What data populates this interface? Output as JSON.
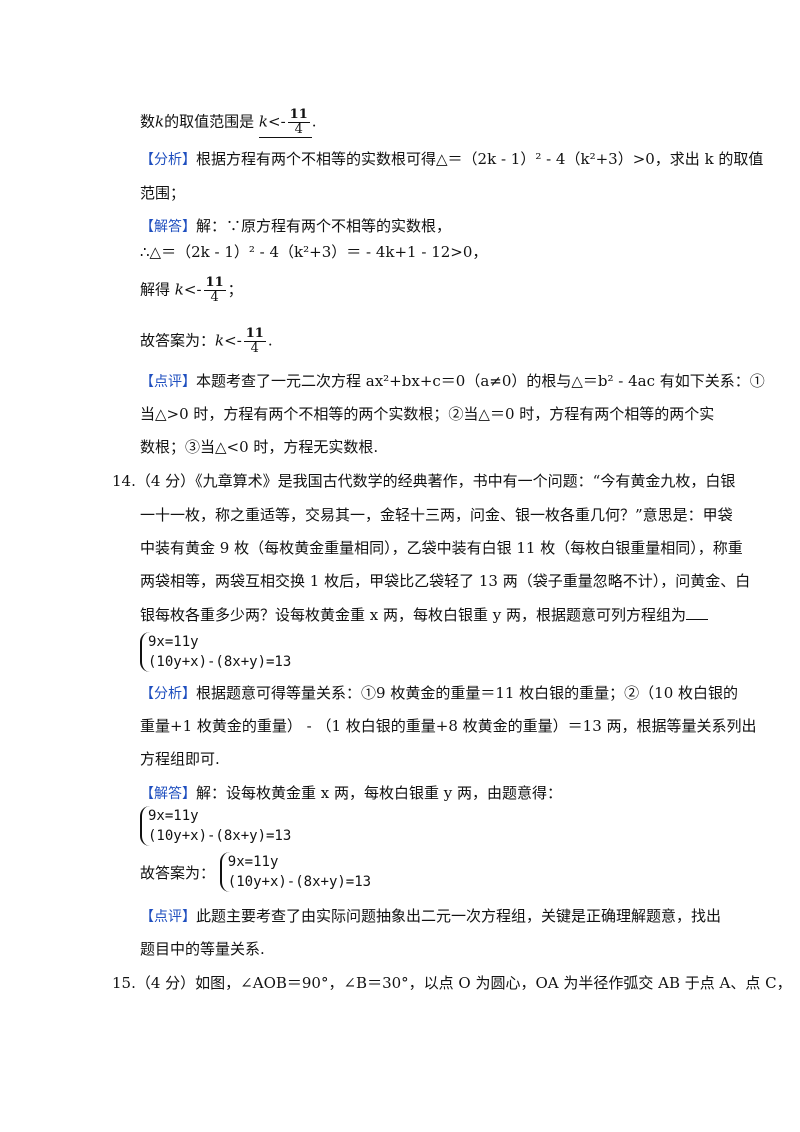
{
  "l1": {
    "text": "数",
    "k": "k",
    "mid": "的取值范围是",
    "ans_k": "k",
    "lt": "<",
    "neg": "-",
    "num": "11",
    "den": "4",
    "end": "."
  },
  "fx1": {
    "tag": "【分析】",
    "text": "根据方程有两个不相等的实数根可得△＝（2k - 1）² - 4（k²+3）>0，求出 k 的取值"
  },
  "fx1b": {
    "text": "范围；"
  },
  "jd1": {
    "tag": "【解答】",
    "text": "解：∵原方程有两个不相等的实数根，"
  },
  "jd1b": {
    "text": "∴△＝（2k - 1）² - 4（k²+3）＝ - 4k+1 - 12>0，"
  },
  "jd1c": {
    "pre": "解得",
    "k": "k",
    "lt": "<",
    "neg": "-",
    "num": "11",
    "den": "4",
    "end": "；"
  },
  "ans1": {
    "pre": "故答案为：",
    "k": "k",
    "lt": "<",
    "neg": "-",
    "num": "11",
    "den": "4",
    "end": "."
  },
  "dp1": {
    "tag": "【点评】",
    "text": "本题考查了一元二次方程 ax²+bx+c＝0（a≠0）的根与△＝b² - 4ac 有如下关系：①"
  },
  "dp1b": {
    "text": "当△>0 时，方程有两个不相等的两个实数根；②当△＝0 时，方程有两个相等的两个实"
  },
  "dp1c": {
    "text": "数根；③当△<0 时，方程无实数根."
  },
  "q14": {
    "l1": "14.（4 分）《九章算术》是我国古代数学的经典著作，书中有一个问题：“今有黄金九枚，白银",
    "l2": "一十一枚，称之重适等，交易其一，金轻十三两，问金、银一枚各重几何？”意思是：甲袋",
    "l3": "中装有黄金 9 枚（每枚黄金重量相同），乙袋中装有白银 11 枚（每枚白银重量相同），称重",
    "l4": "两袋相等，两袋互相交换 1 枚后，甲袋比乙袋轻了 13 两（袋子重量忽略不计），问黄金、白",
    "l5": "银每枚各重多少两？设每枚黄金重 x 两，每枚白银重 y 两，根据题意可列方程组为"
  },
  "sys": {
    "eq1": "9x=11y",
    "eq2": "(10y+x)-(8x+y)=13"
  },
  "fx2": {
    "tag": "【分析】",
    "text": "根据题意可得等量关系：①9 枚黄金的重量＝11 枚白银的重量；②（10 枚白银的"
  },
  "fx2b": {
    "text": "重量+1 枚黄金的重量） - （1 枚白银的重量+8 枚黄金的重量）＝13 两，根据等量关系列出"
  },
  "fx2c": {
    "text": "方程组即可."
  },
  "jd2": {
    "tag": "【解答】",
    "text": "解：设每枚黄金重 x 两，每枚白银重 y 两，由题意得："
  },
  "ans2": {
    "pre": "故答案为："
  },
  "dp2": {
    "tag": "【点评】",
    "text": "此题主要考查了由实际问题抽象出二元一次方程组，关键是正确理解题意，找出"
  },
  "dp2b": {
    "text": "题目中的等量关系."
  },
  "q15": {
    "text": "15.（4 分）如图，∠AOB＝90°，∠B＝30°，以点 O 为圆心，OA 为半径作弧交 AB 于点 A、点 C，"
  }
}
